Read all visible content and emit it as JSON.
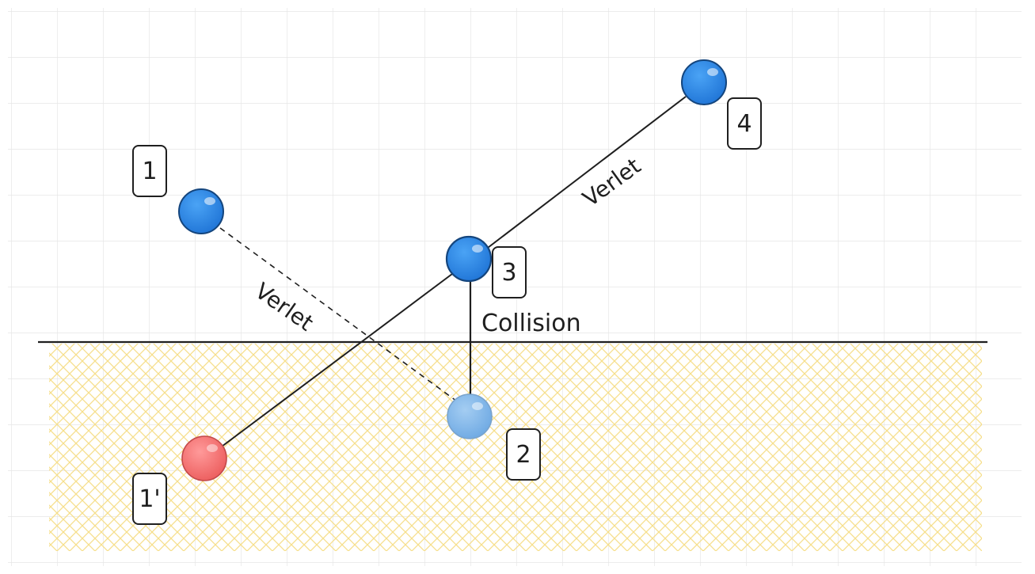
{
  "labels": {
    "p1": "1",
    "p1_prime": "1'",
    "p2": "2",
    "p3": "3",
    "p4": "4",
    "verlet_dashed": "Verlet",
    "verlet_solid": "Verlet",
    "collision": "Collision"
  },
  "colors": {
    "ball_blue": "#2f8ae8",
    "ball_blue_faded": "#7fb4e8",
    "ball_red": "#f06a6a",
    "ground_fill": "#f7e6a3",
    "grid": "#e4e4e4",
    "ink": "#1f1f1f"
  }
}
